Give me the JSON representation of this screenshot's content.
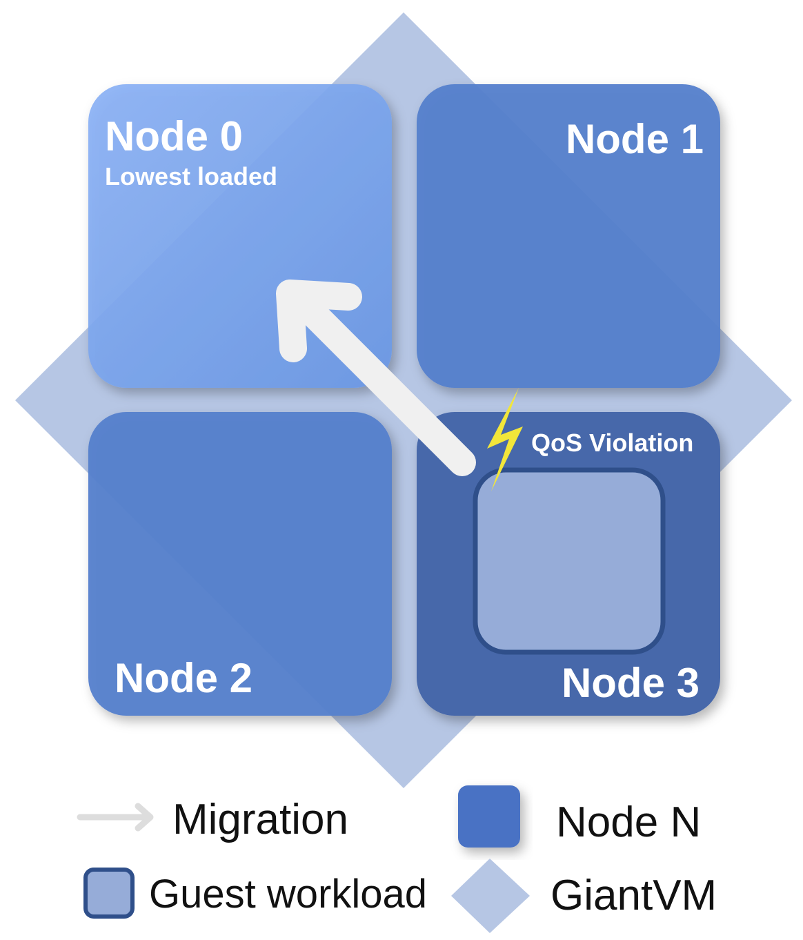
{
  "nodes": [
    {
      "id": "node-0",
      "label": "Node 0",
      "sublabel": "Lowest loaded",
      "color": "#6f9ce8"
    },
    {
      "id": "node-1",
      "label": "Node 1",
      "color": "#5580cc"
    },
    {
      "id": "node-2",
      "label": "Node 2",
      "color": "#5580cc"
    },
    {
      "id": "node-3",
      "label": "Node 3",
      "color": "#4768aa"
    }
  ],
  "violation": {
    "label": "QoS Violation",
    "icon": "lightning-icon",
    "color": "#f2e63a"
  },
  "migration": {
    "icon": "migration-arrow-icon",
    "color": "#f0f0f0"
  },
  "giantvm_color": "#b6c6e4",
  "workload_color": "#96acd8",
  "legend": {
    "migration": "Migration",
    "node": "Node N",
    "guest": "Guest workload",
    "giantvm": "GiantVM"
  }
}
